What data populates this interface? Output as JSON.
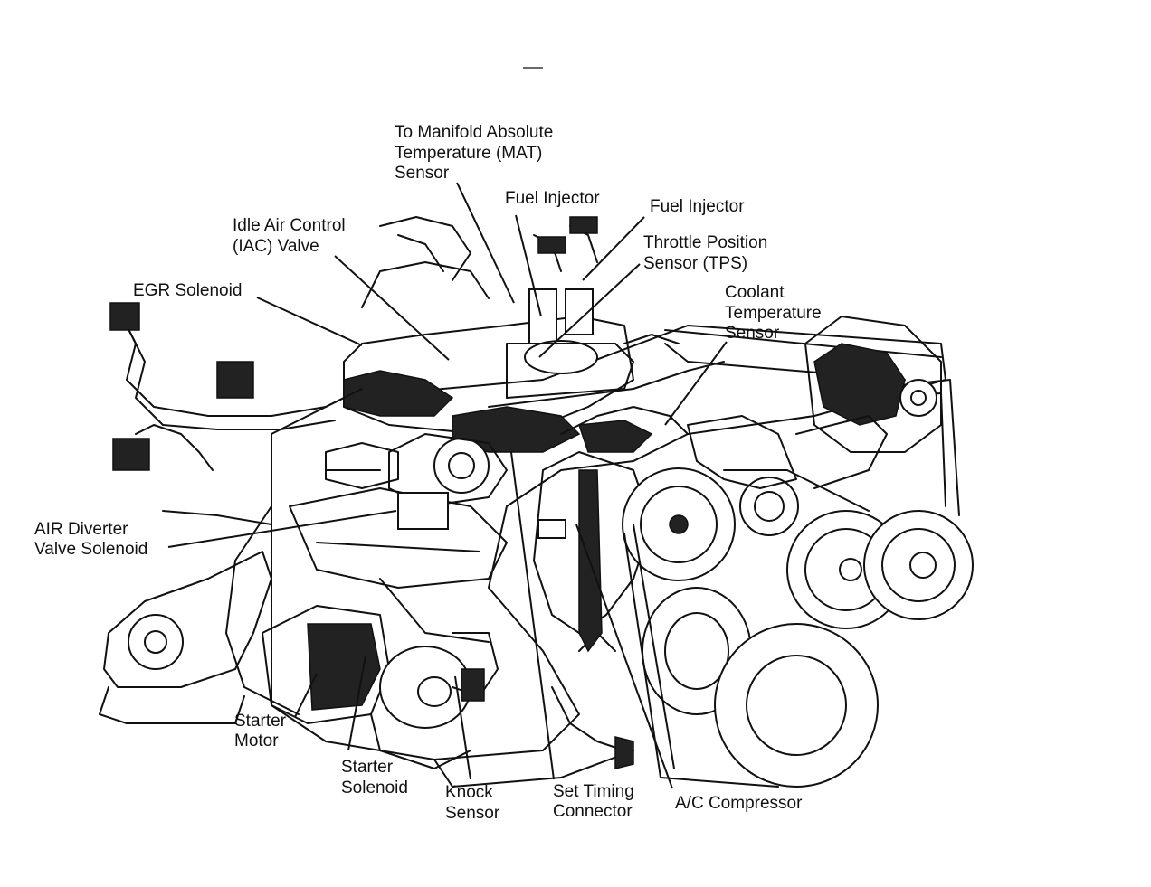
{
  "labels": {
    "mat_1": "To Manifold Absolute",
    "mat_2": "Temperature (MAT)",
    "mat_3": "Sensor",
    "fuel_injector_1": "Fuel Injector",
    "fuel_injector_2": "Fuel Injector",
    "iac_1": "Idle Air Control",
    "iac_2": "(IAC) Valve",
    "tps_1": "Throttle Position",
    "tps_2": "Sensor (TPS)",
    "egr": "EGR Solenoid",
    "coolant_1": "Coolant",
    "coolant_2": "Temperature",
    "coolant_3": "Sensor",
    "air_1": "AIR Diverter",
    "air_2": "Valve Solenoid",
    "starter_motor_1": "Starter",
    "starter_motor_2": "Motor",
    "starter_solenoid_1": "Starter",
    "starter_solenoid_2": "Solenoid",
    "knock_1": "Knock",
    "knock_2": "Sensor",
    "timing_1": "Set Timing",
    "timing_2": "Connector",
    "ac": "A/C Compressor"
  }
}
